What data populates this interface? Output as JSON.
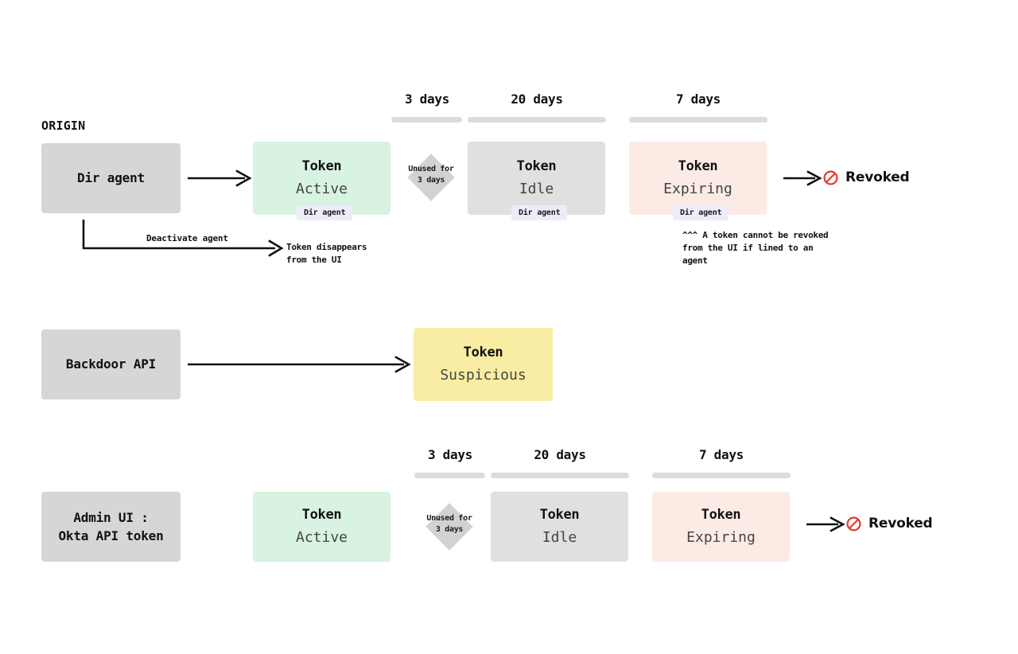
{
  "diagram": {
    "title_label": "ORIGIN",
    "colors": {
      "source_box": "#d6d6d6",
      "active": "#d8f3e1",
      "idle": "#e0e0e0",
      "expiring": "#fcebe5",
      "suspicious": "#f8eda3",
      "agent_badge": "#ecedf9",
      "timeline_bar": "#dcdcdc",
      "diamond": "#d2d2d2",
      "revoked_icon": "#e8392a",
      "arrow": "#111111"
    },
    "rows": [
      {
        "id": "dir-agent-row",
        "source": {
          "lines": [
            "Dir agent"
          ]
        },
        "timeline": [
          {
            "label": "3 days"
          },
          {
            "label": "20 days"
          },
          {
            "label": "7 days"
          }
        ],
        "states": [
          {
            "id": "active",
            "title": "Token",
            "status": "Active",
            "badge": "Dir agent"
          },
          {
            "id": "idle",
            "title": "Token",
            "status": "Idle",
            "badge": "Dir agent"
          },
          {
            "id": "expiring",
            "title": "Token",
            "status": "Expiring",
            "badge": "Dir agent"
          }
        ],
        "gate": {
          "text": "Unused for\n3 days"
        },
        "terminal": {
          "label": "Revoked",
          "icon": "no-entry-icon"
        },
        "branch": {
          "edge_label": "Deactivate agent",
          "target_text": "Token disappears\nfrom the UI"
        },
        "note": "^^^ A token cannot be revoked\nfrom the UI if lined to an\nagent"
      },
      {
        "id": "backdoor-api-row",
        "source": {
          "lines": [
            "Backdoor API"
          ]
        },
        "states": [
          {
            "id": "suspicious",
            "title": "Token",
            "status": "Suspicious"
          }
        ]
      },
      {
        "id": "admin-ui-row",
        "source": {
          "lines": [
            "Admin UI :",
            "Okta API token"
          ]
        },
        "timeline": [
          {
            "label": "3 days"
          },
          {
            "label": "20 days"
          },
          {
            "label": "7 days"
          }
        ],
        "states": [
          {
            "id": "active",
            "title": "Token",
            "status": "Active"
          },
          {
            "id": "idle",
            "title": "Token",
            "status": "Idle"
          },
          {
            "id": "expiring",
            "title": "Token",
            "status": "Expiring"
          }
        ],
        "gate": {
          "text": "Unused for\n3 days"
        },
        "terminal": {
          "label": "Revoked",
          "icon": "no-entry-icon"
        }
      }
    ]
  }
}
